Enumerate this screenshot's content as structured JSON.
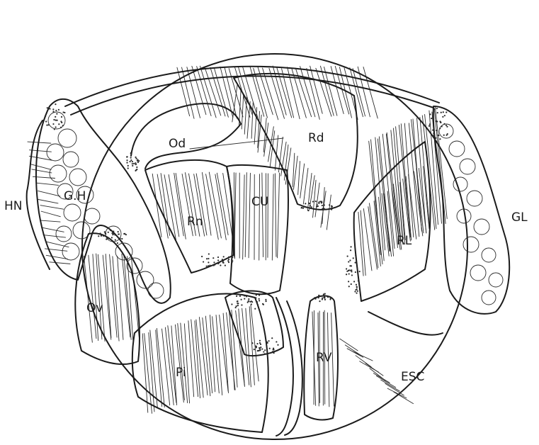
{
  "labels": {
    "hn": "HN",
    "gh": "G.H",
    "od": "Od",
    "rd": "Rd",
    "rn": "Rn",
    "cu": "CU",
    "rl": "RL",
    "gl": "GL",
    "ov": "Ov",
    "rv": "RV",
    "pi": "Pi",
    "esc": "ESC"
  }
}
